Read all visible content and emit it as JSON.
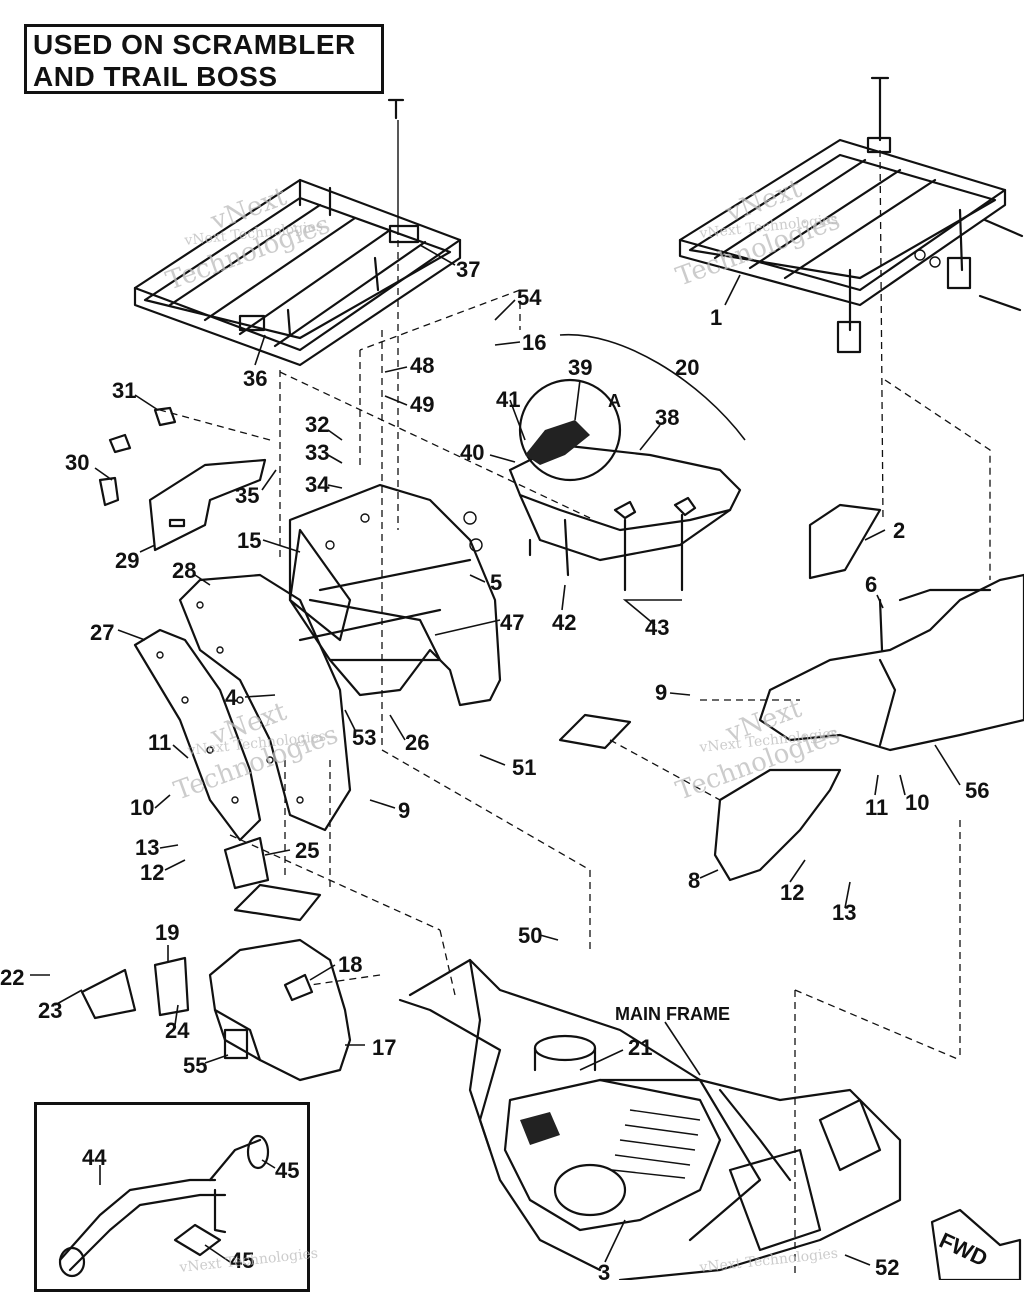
{
  "title_lines": [
    "USED ON SCRAMBLER",
    "AND TRAIL BOSS"
  ],
  "frame_label": "MAIN FRAME",
  "detail_marker": "A",
  "direction_label": "FWD",
  "watermark": [
    "vNext Technologies",
    "vNext",
    "Technologies"
  ],
  "callouts": [
    "1",
    "2",
    "3",
    "4",
    "5",
    "6",
    "8",
    "9",
    "9",
    "9",
    "10",
    "10",
    "11",
    "11",
    "12",
    "12",
    "13",
    "13",
    "15",
    "16",
    "17",
    "18",
    "19",
    "20",
    "21",
    "22",
    "23",
    "24",
    "25",
    "26",
    "27",
    "28",
    "29",
    "30",
    "31",
    "32",
    "33",
    "34",
    "35",
    "36",
    "37",
    "38",
    "39",
    "40",
    "41",
    "42",
    "43",
    "44",
    "45",
    "45",
    "47",
    "48",
    "49",
    "50",
    "51",
    "52",
    "53",
    "54",
    "55",
    "56"
  ]
}
